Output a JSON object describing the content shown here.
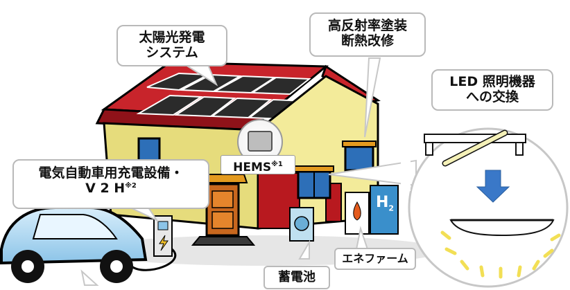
{
  "labels": {
    "solar": {
      "line1": "太陽光発電",
      "line2": "システム"
    },
    "paint": {
      "line1": "高反射率塗装",
      "line2": "断熱改修"
    },
    "led": {
      "line1": "LED 照明機器",
      "line2": "への交換"
    },
    "hems": {
      "text": "HEMS",
      "note": "※1"
    },
    "ev": {
      "line1": "電気自動車用充電設備・",
      "line2": "V 2 H",
      "note": "※2"
    },
    "enefarm": "エネファーム",
    "battery": "蓄電池",
    "hydrogen": {
      "main": "H",
      "sub": "2"
    }
  },
  "colors": {
    "roof": "#d2262c",
    "wall": "#f4ec9a",
    "car": "#a7d3ee",
    "arrow": "#3a78c8",
    "label_border": "#b9b9b9"
  }
}
